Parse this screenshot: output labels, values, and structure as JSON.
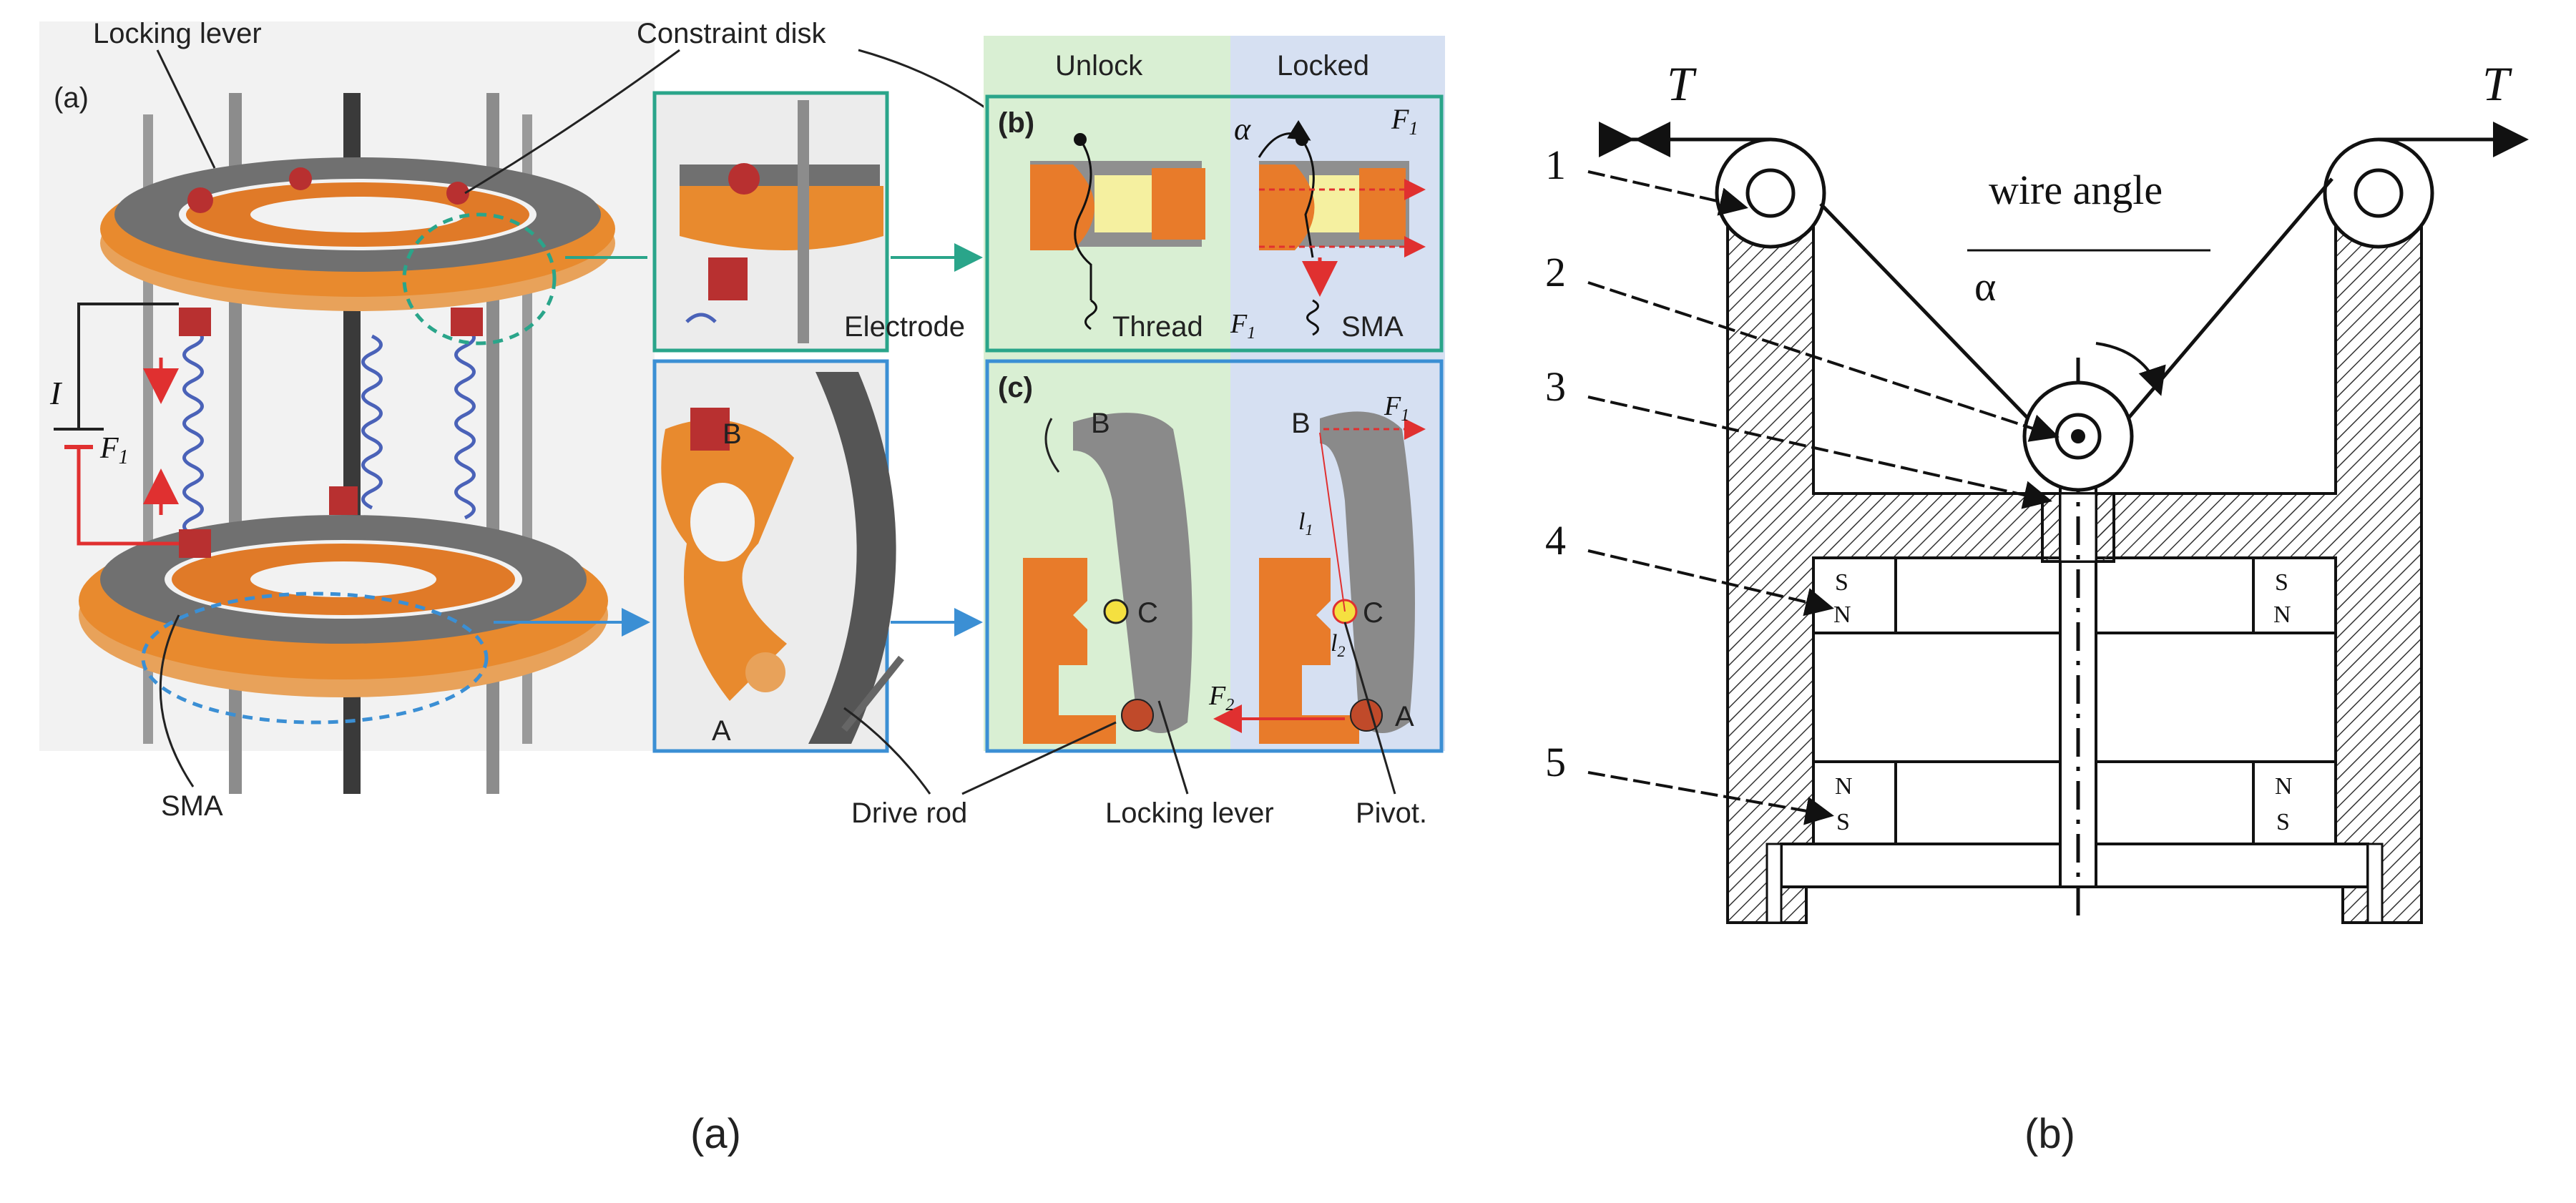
{
  "left_figure": {
    "panel_a_label": "(a)",
    "panel_b_label": "(b)",
    "panel_c_label": "(c)",
    "locking_lever_label": "Locking lever",
    "constraint_disk_label": "Constraint disk",
    "unlock_header": "Unlock",
    "locked_header": "Locked",
    "electrode_label": "Electrode",
    "thread_label": "Thread",
    "sma_small_label": "SMA",
    "sma_label": "SMA",
    "drive_rod_label": "Drive rod",
    "locking_lever_bottom_label": "Locking lever",
    "pivot_label": "Pivot.",
    "current_symbol": "I",
    "force_f1": "F",
    "force_f1_sub": "1",
    "force_f2": "F",
    "force_f2_sub": "2",
    "alpha_symbol": "α",
    "point_a": "A",
    "point_b": "B",
    "point_c": "C",
    "length_l1": "l",
    "length_l1_sub": "1",
    "length_l2": "l",
    "length_l2_sub": "2"
  },
  "right_figure": {
    "tension_left": "T",
    "tension_right": "T",
    "callout_1": "1",
    "callout_2": "2",
    "callout_3": "3",
    "callout_4": "4",
    "callout_5": "5",
    "wire_angle_label": "wire angle",
    "alpha_label": "α",
    "magnet_top_left": [
      "S",
      "N"
    ],
    "magnet_top_right": [
      "S",
      "N"
    ],
    "magnet_bottom_left": [
      "N",
      "S"
    ],
    "magnet_bottom_right": [
      "N",
      "S"
    ]
  },
  "captions": {
    "left": "(a)",
    "right": "(b)"
  },
  "colors": {
    "orange": "#e87b2a",
    "teal_frame": "#2aa58a",
    "blue_frame": "#3b8fd4",
    "unlock_bg": "#d9efd3",
    "locked_bg": "#d6e0f2",
    "spring_blue": "#4a62b8",
    "force_red": "#e03030"
  }
}
